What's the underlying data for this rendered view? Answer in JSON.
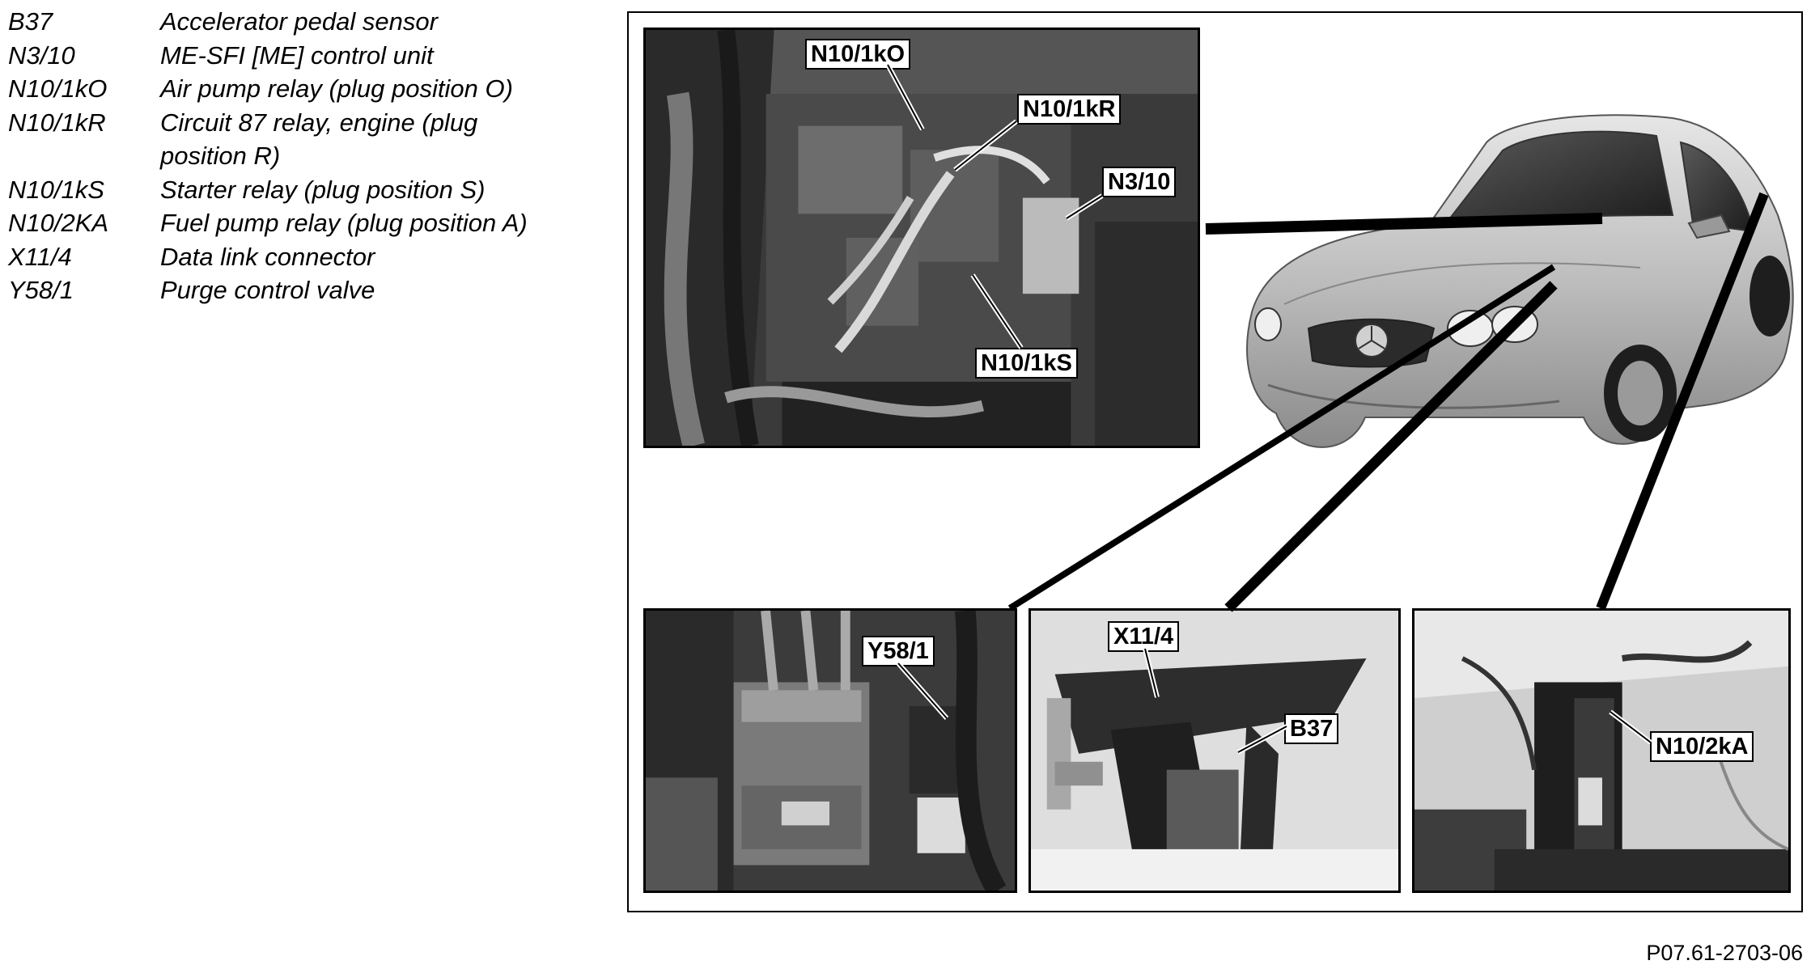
{
  "legend": [
    {
      "code": "B37",
      "desc": "Accelerator pedal sensor"
    },
    {
      "code": "N3/10",
      "desc": "ME-SFI [ME] control unit"
    },
    {
      "code": "N10/1kO",
      "desc": "Air pump relay (plug position O)"
    },
    {
      "code": "N10/1kR",
      "desc": "Circuit 87 relay, engine (plug position R)"
    },
    {
      "code": "N10/1kS",
      "desc": "Starter relay (plug position S)"
    },
    {
      "code": "N10/2KA",
      "desc": "Fuel pump relay (plug position A)"
    },
    {
      "code": "X11/4",
      "desc": "Data link connector"
    },
    {
      "code": "Y58/1",
      "desc": "Purge control valve"
    }
  ],
  "callouts": {
    "n10_1ko": "N10/1kO",
    "n10_1kr": "N10/1kR",
    "n3_10": "N3/10",
    "n10_1ks": "N10/1kS",
    "y58_1": "Y58/1",
    "x11_4": "X11/4",
    "b37": "B37",
    "n10_2ka": "N10/2kA"
  },
  "figure_id": "P07.61-2703-06"
}
